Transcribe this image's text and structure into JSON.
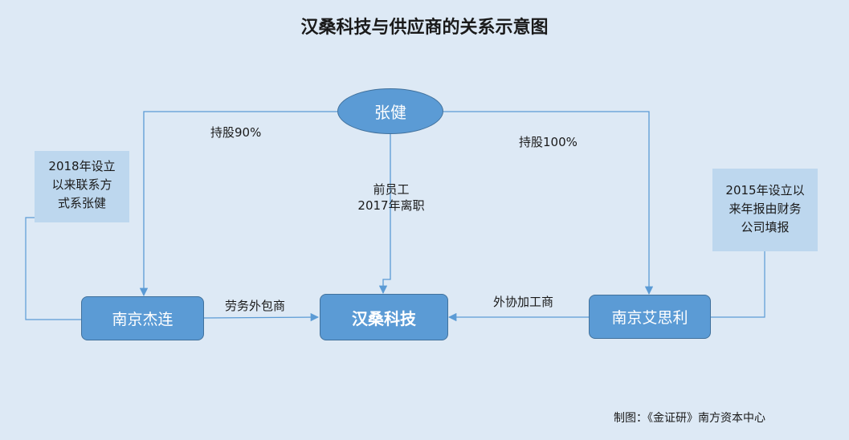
{
  "title": "汉桑科技与供应商的关系示意图",
  "nodes": {
    "zhang_jian": "张健",
    "nanjing_jielian": "南京杰连",
    "hansang": "汉桑科技",
    "nanjing_aisili": "南京艾思利"
  },
  "notes": {
    "left_lines": [
      "2018年设立",
      "以来联系方",
      "式系张健"
    ],
    "right_lines": [
      "2015年设立以",
      "来年报由财务",
      "公司填报"
    ]
  },
  "edges": {
    "hold_90": "持股90%",
    "hold_100": "持股100%",
    "former_employee_line1": "前员工",
    "former_employee_line2": "2017年离职",
    "labor_outsourcer": "劳务外包商",
    "outsourced_processor": "外协加工商"
  },
  "credit": "制图：《金证研》南方资本中心",
  "colors": {
    "background": "#dde9f5",
    "node_fill": "#5b9bd5",
    "note_fill": "#bdd7ee",
    "connector": "#5b9bd5"
  }
}
